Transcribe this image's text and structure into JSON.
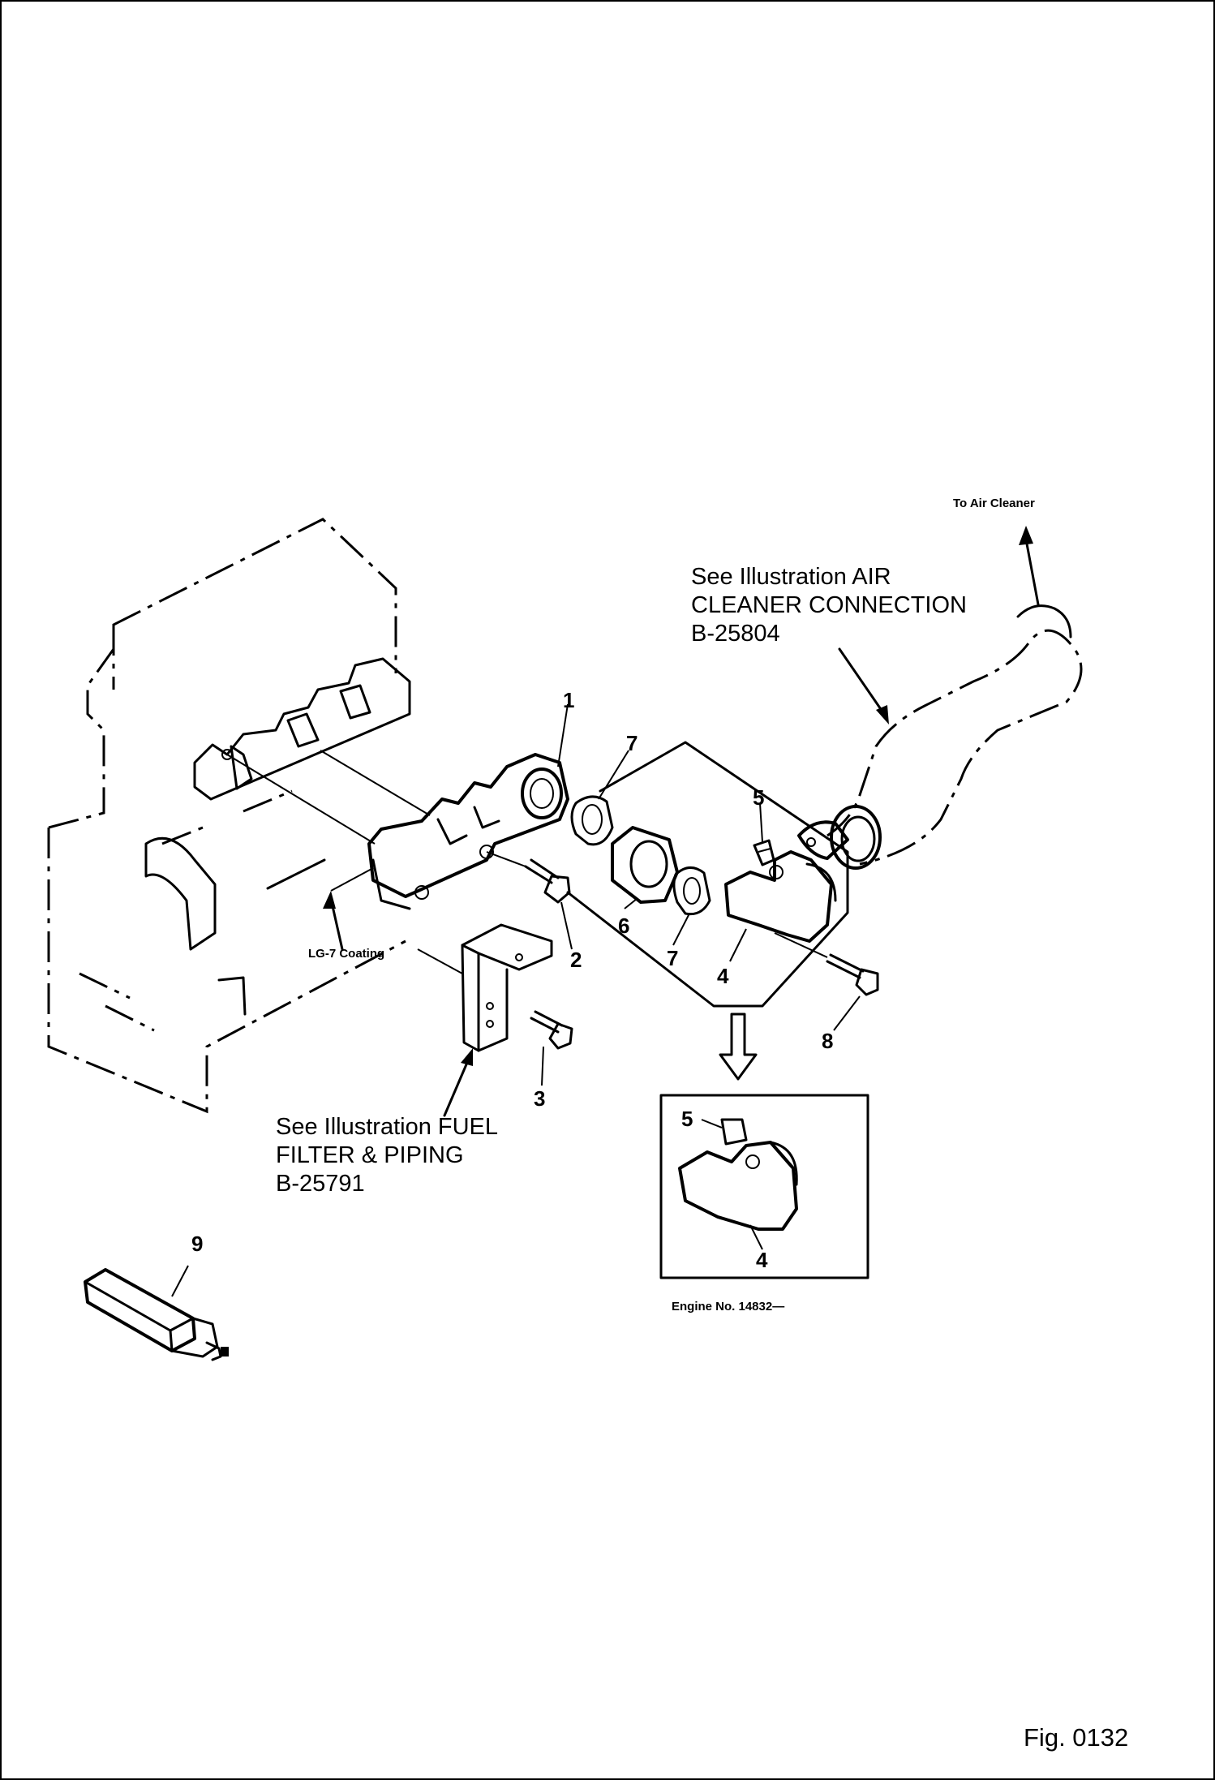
{
  "callouts": {
    "air_cleaner_ref": {
      "line1": "See Illustration AIR",
      "line2": "CLEANER CONNECTION",
      "line3": "B-25804"
    },
    "fuel_filter_ref": {
      "line1": "See Illustration FUEL",
      "line2": "FILTER & PIPING",
      "line3": "B-25791"
    },
    "to_air_cleaner": "To Air Cleaner",
    "coating": "LG-7 Coating",
    "engine_number": "Engine No. 14832—"
  },
  "part_numbers": [
    "1",
    "2",
    "3",
    "4",
    "5",
    "6",
    "7",
    "7",
    "8",
    "9",
    "5",
    "4"
  ],
  "figure_label": "Fig. 0132"
}
